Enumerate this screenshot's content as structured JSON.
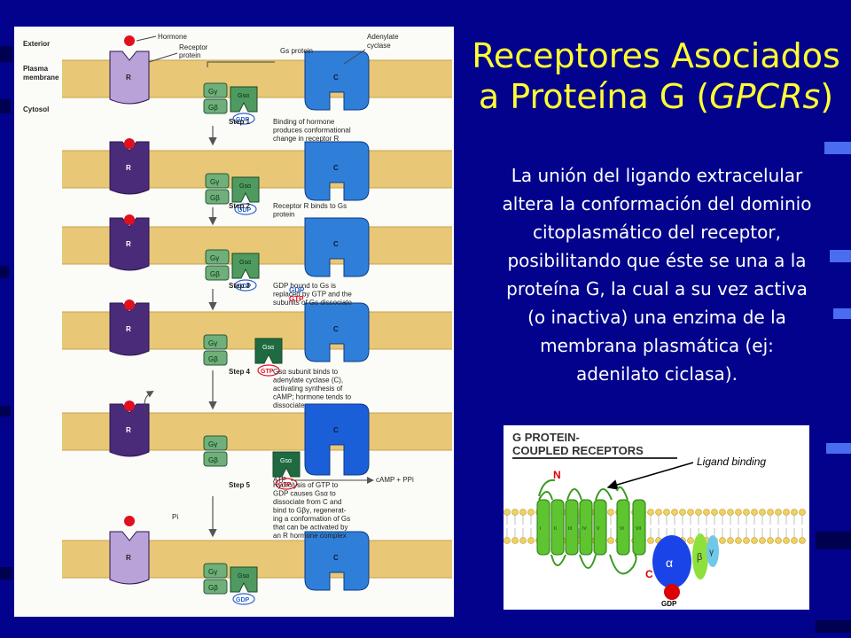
{
  "slide": {
    "title_line1": "Receptores Asociados",
    "title_line2_prefix": "a Proteína G (",
    "title_line2_italic": "GPCRs",
    "title_line2_suffix": ")",
    "body_lines": [
      "La unión del ligando extracelular",
      "altera la conformación del dominio",
      "citoplasmático del receptor,",
      "posibilitando que éste se una a la",
      "proteína G, la cual a su vez activa",
      "(o inactiva) una enzima de la",
      "membrana plasmática (ej:",
      "adenilato ciclasa)."
    ],
    "colors": {
      "background": "#02028c",
      "title": "#ffff33",
      "body_text": "#ffffff"
    }
  },
  "left_figure": {
    "labels": {
      "exterior": "Exterior",
      "plasma1": "Plasma",
      "plasma2": "membrane",
      "cytosol": "Cytosol",
      "hormone": "Hormone",
      "receptor1": "Receptor",
      "receptor2": "protein",
      "gs_protein": "Gs protein",
      "adenylate1": "Adenylate",
      "adenylate2": "cyclase",
      "R": "R",
      "C": "C",
      "G_gamma": "Gγ",
      "G_beta": "Gβ",
      "G_alpha": "Gsα",
      "GDP": "GDP",
      "GTP": "GTP",
      "ATP": "ATP",
      "camp": "cAMP + PPi",
      "Pi": "Pi"
    },
    "steps": [
      {
        "title": "Step 1",
        "lines": [
          "Binding of hormone",
          "produces conformational",
          "change in receptor R"
        ]
      },
      {
        "title": "Step 2",
        "lines": [
          "Receptor R binds to Gs",
          "protein"
        ]
      },
      {
        "title": "Step 3",
        "lines": [
          "GDP bound to Gs is",
          "replaced by GTP and the",
          "subunits of Gs dissociate"
        ]
      },
      {
        "title": "Step 4",
        "lines": [
          "Gsα subunit binds to",
          "adenylate cyclase (C),",
          "activating synthesis of",
          "cAMP; hormone tends to",
          "dissociate"
        ]
      },
      {
        "title": "Step 5",
        "lines": [
          "Hydrolysis of GTP to",
          "GDP causes Gsα to",
          "dissociate from C and",
          "bind to Gβγ, regenerat-",
          "ing a conformation of Gs",
          "that can be activated by",
          "an R hormone complex"
        ]
      }
    ]
  },
  "right_figure": {
    "title_line1": "G PROTEIN-",
    "title_line2": "COUPLED RECEPTORS",
    "ligand_label": "Ligand binding",
    "n_label": "N",
    "c_label": "C",
    "alpha": "α",
    "beta": "β",
    "gamma": "γ",
    "gdp": "GDP",
    "helix_labels": [
      "I",
      "II",
      "III",
      "IV",
      "V",
      "VI",
      "VII"
    ]
  }
}
